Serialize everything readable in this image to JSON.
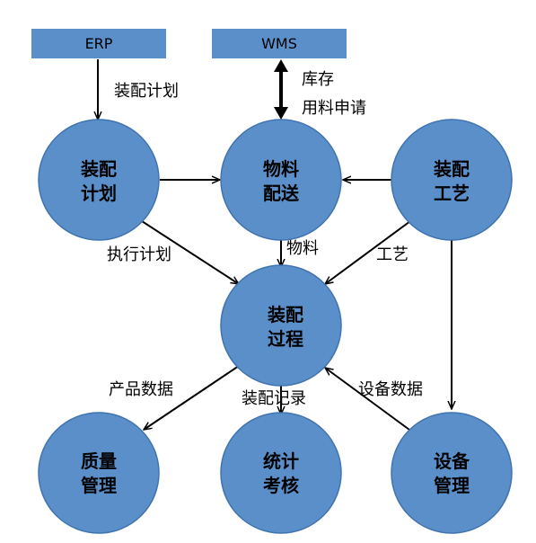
{
  "colors": {
    "node_fill": "#5b8fc9",
    "node_stroke": "#3f74b0",
    "box_fill": "#5b8fc9",
    "arrow": "#000000"
  },
  "boxes": {
    "erp": "ERP",
    "wms": "WMS"
  },
  "nodes": {
    "plan": {
      "line1": "装配",
      "line2": "计划"
    },
    "material": {
      "line1": "物料",
      "line2": "配送"
    },
    "craft": {
      "line1": "装配",
      "line2": "工艺"
    },
    "process": {
      "line1": "装配",
      "line2": "过程"
    },
    "quality": {
      "line1": "质量",
      "line2": "管理"
    },
    "stats": {
      "line1": "统计",
      "line2": "考核"
    },
    "equipment": {
      "line1": "设备",
      "line2": "管理"
    }
  },
  "edge_labels": {
    "erp_plan": "装配计划",
    "wms_material_1": "库存",
    "wms_material_2": "用料申请",
    "exec_plan": "执行计划",
    "material": "物料",
    "craft": "工艺",
    "product_data": "产品数据",
    "assembly_record": "装配记录",
    "equipment_data": "设备数据"
  }
}
